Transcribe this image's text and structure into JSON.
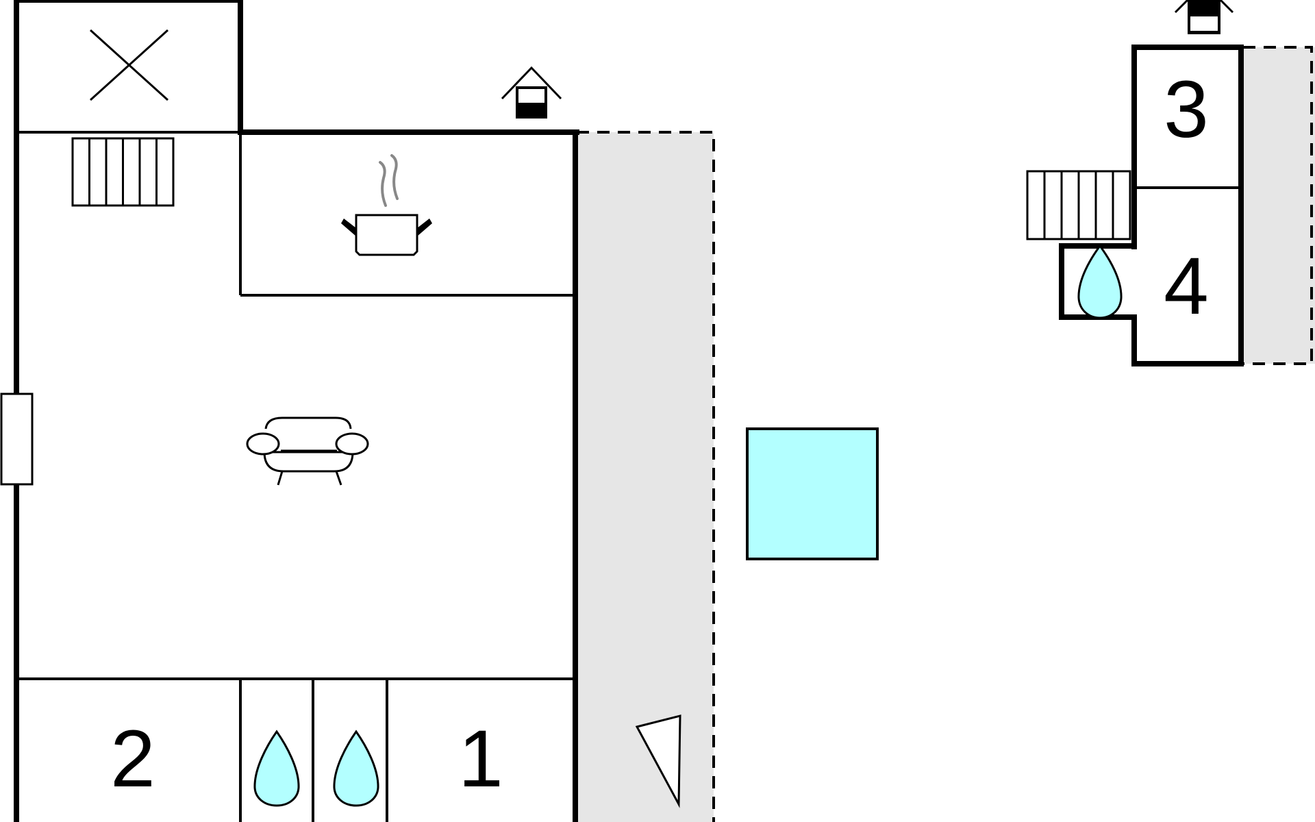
{
  "floor_plan": {
    "rooms": {
      "bedroom_1": {
        "number": "1"
      },
      "bedroom_2": {
        "number": "2"
      },
      "bedroom_3": {
        "number": "3"
      },
      "bedroom_4": {
        "number": "4"
      }
    },
    "icons": {
      "main_building": [
        "fireplace-icon",
        "radiator-icon",
        "kitchen-pot-icon",
        "sofa-icon",
        "shower-icon",
        "shower-icon",
        "door-icon",
        "entrance-icon",
        "terrace-icon"
      ],
      "annex": [
        "entrance-icon",
        "radiator-icon",
        "shower-icon",
        "terrace-icon"
      ],
      "garden": [
        "pool-icon"
      ]
    },
    "colors": {
      "walls": "#000000",
      "terrace": "#e6e6e6",
      "water": "#b3ffff",
      "steam": "#888888"
    }
  }
}
